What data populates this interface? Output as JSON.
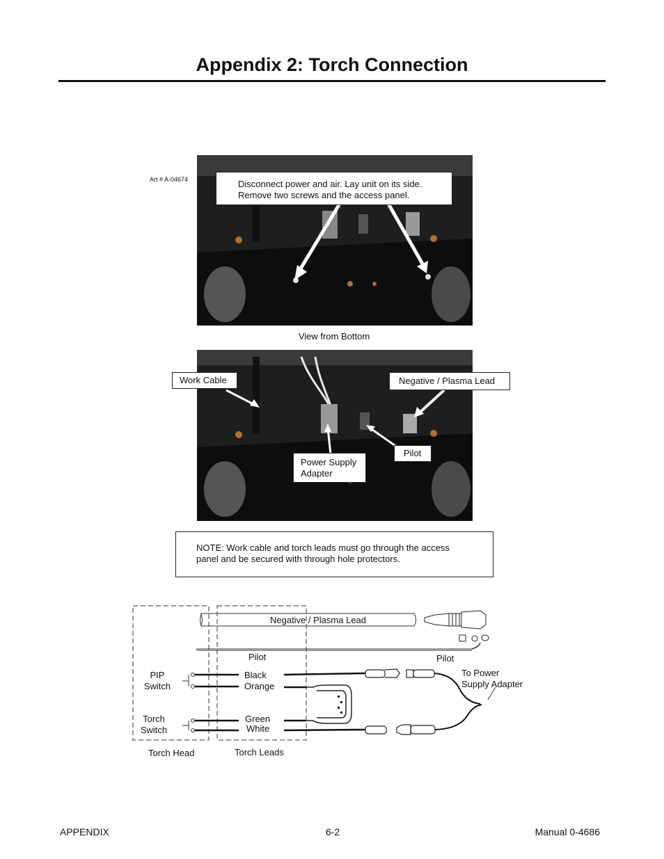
{
  "title": "Appendix 2:  Torch Connection",
  "art_number": "Art # A-04674",
  "photo1": {
    "callout_line1": "Disconnect power and air. Lay unit on its side.",
    "callout_line2": "Remove two screws and the access panel.",
    "caption": "View from Bottom"
  },
  "photo2": {
    "work_cable": "Work Cable",
    "negative_lead": "Negative / Plasma Lead",
    "pilot": "Pilot",
    "power_supply_adapter_1": "Power Supply",
    "power_supply_adapter_2": "Adapter"
  },
  "note": {
    "line1": "NOTE:  Work cable and torch leads must go through the access",
    "line2": "panel and be secured with through hole protectors."
  },
  "diagram": {
    "negative_lead": "Negative / Plasma Lead",
    "pilot_left": "Pilot",
    "pilot_right": "Pilot",
    "pip_switch_1": "PIP",
    "pip_switch_2": "Switch",
    "torch_switch_1": "Torch",
    "torch_switch_2": "Switch",
    "black": "Black",
    "orange": "Orange",
    "green": "Green",
    "white": "White",
    "to_power_1": "To Power",
    "to_power_2": "Supply Adapter",
    "torch_head": "Torch Head",
    "torch_leads": "Torch Leads"
  },
  "footer": {
    "left": "APPENDIX",
    "center": "6-2",
    "right": "Manual 0-4686"
  }
}
